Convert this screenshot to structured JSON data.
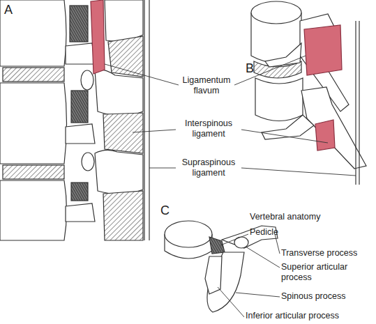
{
  "diagram": {
    "labels": [
      "A",
      "B",
      "C",
      "Ligamentum flavum",
      "Interspinous ligament",
      "Supraspinous ligament",
      "Vertebral anatomy",
      "Pedicle",
      "Transverse process",
      "Superior articular process",
      "Spinous process",
      "Inferior articular process"
    ]
  }
}
